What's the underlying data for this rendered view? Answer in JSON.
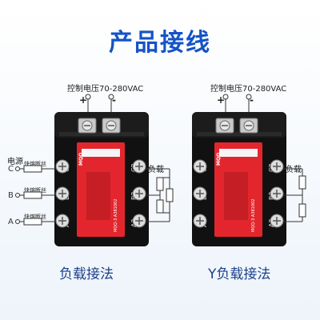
{
  "title": "产品接线",
  "control_voltage": "控制电压70-280VAC",
  "plus": "+",
  "minus": "-",
  "power_label": "电源",
  "fuse_label": "快熔断丝",
  "load_label": "负载",
  "phases": [
    "C",
    "B",
    "A"
  ],
  "module": {
    "brand": "MQQ",
    "model": "MQQ-3 A381002",
    "terminals_left": [
      "C1",
      "B1",
      "A1"
    ],
    "terminals_right": [
      "C2",
      "B2",
      "A2"
    ]
  },
  "captions": {
    "left": "负载接法",
    "right": "Y负载接法"
  }
}
